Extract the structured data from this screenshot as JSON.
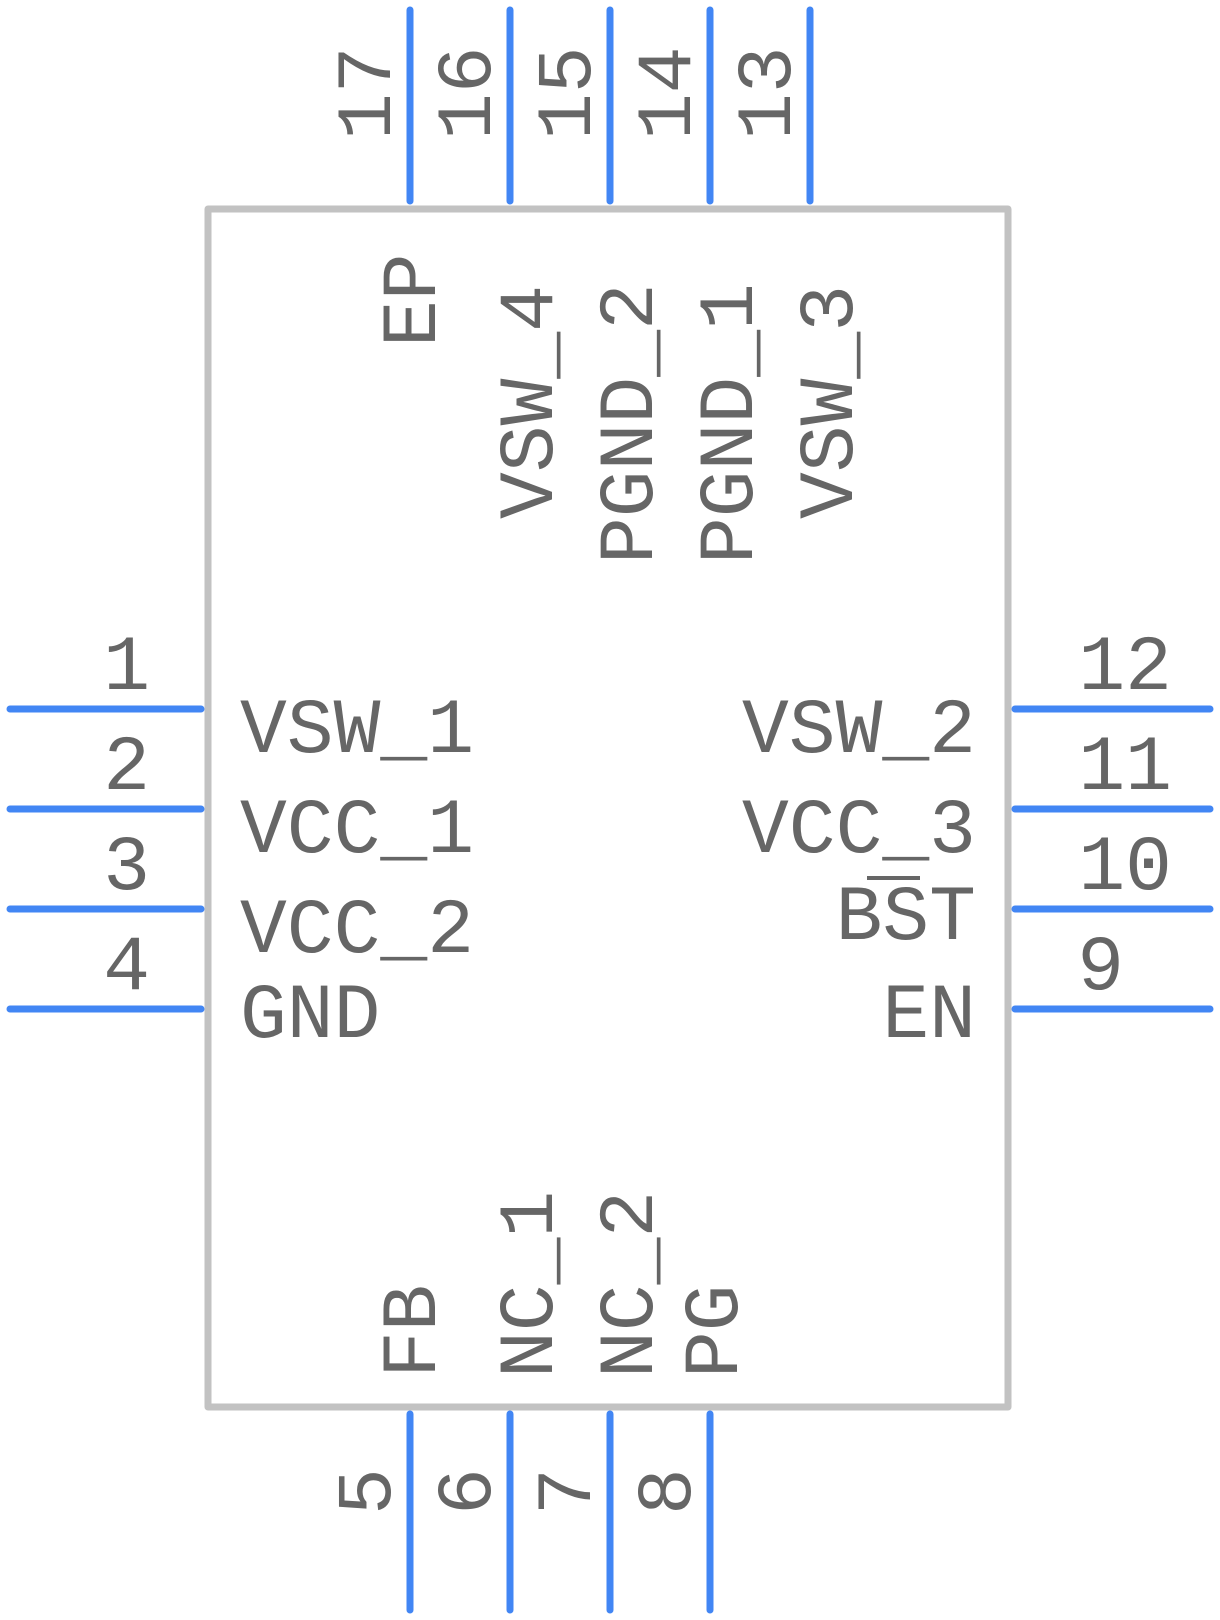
{
  "component": {
    "pins": {
      "left": [
        {
          "number": "1",
          "name": "VSW_1"
        },
        {
          "number": "2",
          "name": "VCC_1"
        },
        {
          "number": "3",
          "name": "VCC_2"
        },
        {
          "number": "4",
          "name": "GND"
        }
      ],
      "right": [
        {
          "number": "12",
          "name": "VSW_2"
        },
        {
          "number": "11",
          "name": "VCC_3"
        },
        {
          "number": "10",
          "name": "BST"
        },
        {
          "number": "9",
          "name": "EN"
        }
      ],
      "top": [
        {
          "number": "17",
          "name": "EP"
        },
        {
          "number": "16",
          "name": "VSW_4"
        },
        {
          "number": "15",
          "name": "PGND_2"
        },
        {
          "number": "14",
          "name": "PGND_1"
        },
        {
          "number": "13",
          "name": "VSW_3"
        }
      ],
      "bottom": [
        {
          "number": "5",
          "name": "FB"
        },
        {
          "number": "6",
          "name": "NC_1"
        },
        {
          "number": "7",
          "name": "NC_2"
        },
        {
          "number": "8",
          "name": "PG"
        }
      ]
    }
  },
  "colors": {
    "pin_line": "#4286f4",
    "body_outline": "#c2c2c2",
    "text": "#666666"
  }
}
